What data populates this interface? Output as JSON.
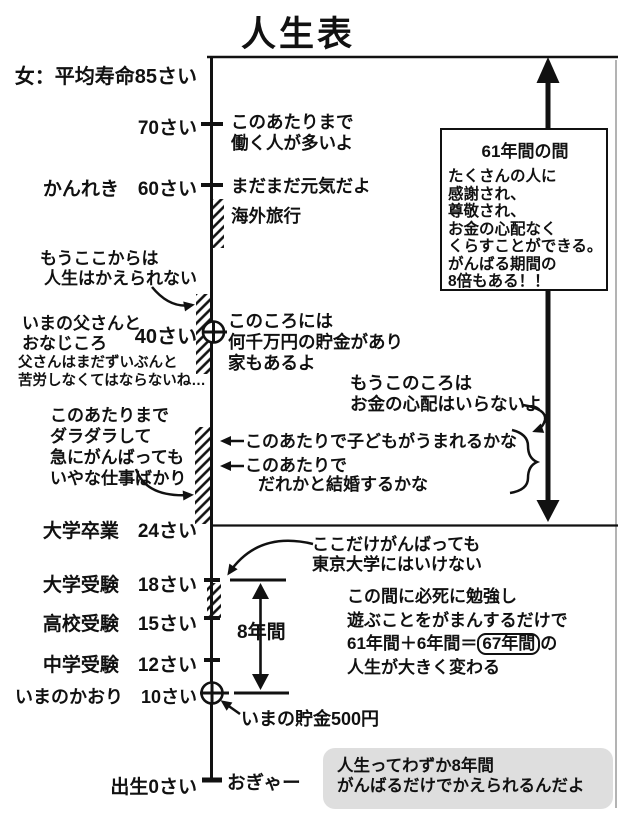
{
  "title": "人生表",
  "ink": "#111111",
  "gray_box_bg": "#dedede",
  "axis": {
    "ticks": [
      "女：平均寿命85さい",
      "70さい",
      "かんれき　60さい",
      "40さい",
      "大学卒業　24さい",
      "大学受験　18さい",
      "高校受験　15さい",
      "中学受験　12さい",
      "いまのかおり　10さい",
      "出生0さい"
    ]
  },
  "notes": {
    "work": [
      "このあたりまで",
      "働く人が多いよ"
    ],
    "genki": "まだまだ元気だよ",
    "travel": "海外旅行",
    "no_change": [
      "もうここからは",
      "人生はかえられない"
    ],
    "father_age": [
      "いまの父さんと",
      "おなじころ"
    ],
    "father_hard": [
      "父さんはまだずいぶんと",
      "苦労しなくてはならないね…"
    ],
    "savings40": [
      "このころには",
      "何千万円の貯金があり",
      "家もあるよ"
    ],
    "no_money_worry": [
      "もうこのころは",
      "お金の心配はいらないよ"
    ],
    "dara": [
      "このあたりまで",
      "ダラダラして",
      "急にがんばっても",
      "いやな仕事ばかり"
    ],
    "child": "このあたりで子どもがうまれるかな",
    "marry": [
      "このあたりで",
      "だれかと結婚するかな"
    ],
    "todai": [
      "ここだけがんばっても",
      "東京大学にはいけない"
    ],
    "study": {
      "l1": "この間に必死に勉強し",
      "l2": "遊ぶことをがまんするだけで",
      "l3a": "61年間＋6年間＝",
      "l3b": "67年間",
      "l3c": "の",
      "l4": "人生が大きく変わる"
    },
    "span8": "8年間",
    "savings_now": "いまの貯金500円",
    "birth_cry": "おぎゃー"
  },
  "box61": {
    "title": "61年間の間",
    "lines": [
      "たくさんの人に",
      "感謝され、",
      "尊敬され、",
      "お金の心配なく",
      "くらすことができる。",
      "がんばる期間の",
      "8倍もある！！"
    ]
  },
  "footer_box": {
    "lines": [
      "人生ってわずか8年間",
      "がんばるだけでかえられるんだよ"
    ]
  }
}
